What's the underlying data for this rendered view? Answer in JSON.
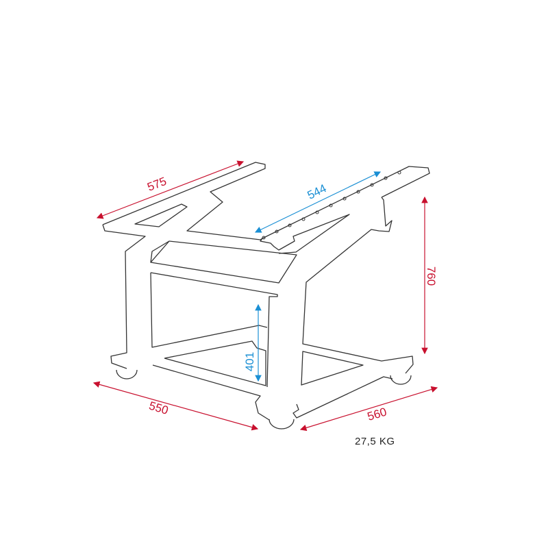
{
  "dimensions": {
    "top_depth": "575",
    "rack_width": "544",
    "height": "760",
    "rack_height": "401",
    "base_depth": "550",
    "base_width": "560"
  },
  "weight": "27,5 KG",
  "colors": {
    "outer_dimension": "#c8102e",
    "inner_dimension": "#1a8fd4",
    "outline": "#333333"
  }
}
